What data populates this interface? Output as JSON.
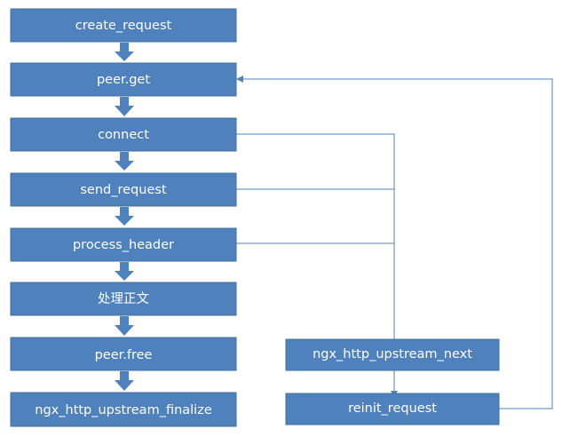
{
  "main_flow": [
    {
      "id": "create-request",
      "label": "create_request"
    },
    {
      "id": "peer-get",
      "label": "peer.get"
    },
    {
      "id": "connect",
      "label": "connect"
    },
    {
      "id": "send-request",
      "label": "send_request"
    },
    {
      "id": "process-header",
      "label": "process_header"
    },
    {
      "id": "process-body",
      "label": "处理正文"
    },
    {
      "id": "peer-free",
      "label": "peer.free"
    },
    {
      "id": "upstream-finalize",
      "label": "ngx_http_upstream_finalize"
    }
  ],
  "side_nodes": {
    "upstream_next": "ngx_http_upstream_next",
    "reinit_request": "reinit_request"
  },
  "colors": {
    "box_fill": "#4f81bd",
    "box_border": "#41719c",
    "box_text": "#ffffff",
    "connector": "#4f81bd"
  }
}
